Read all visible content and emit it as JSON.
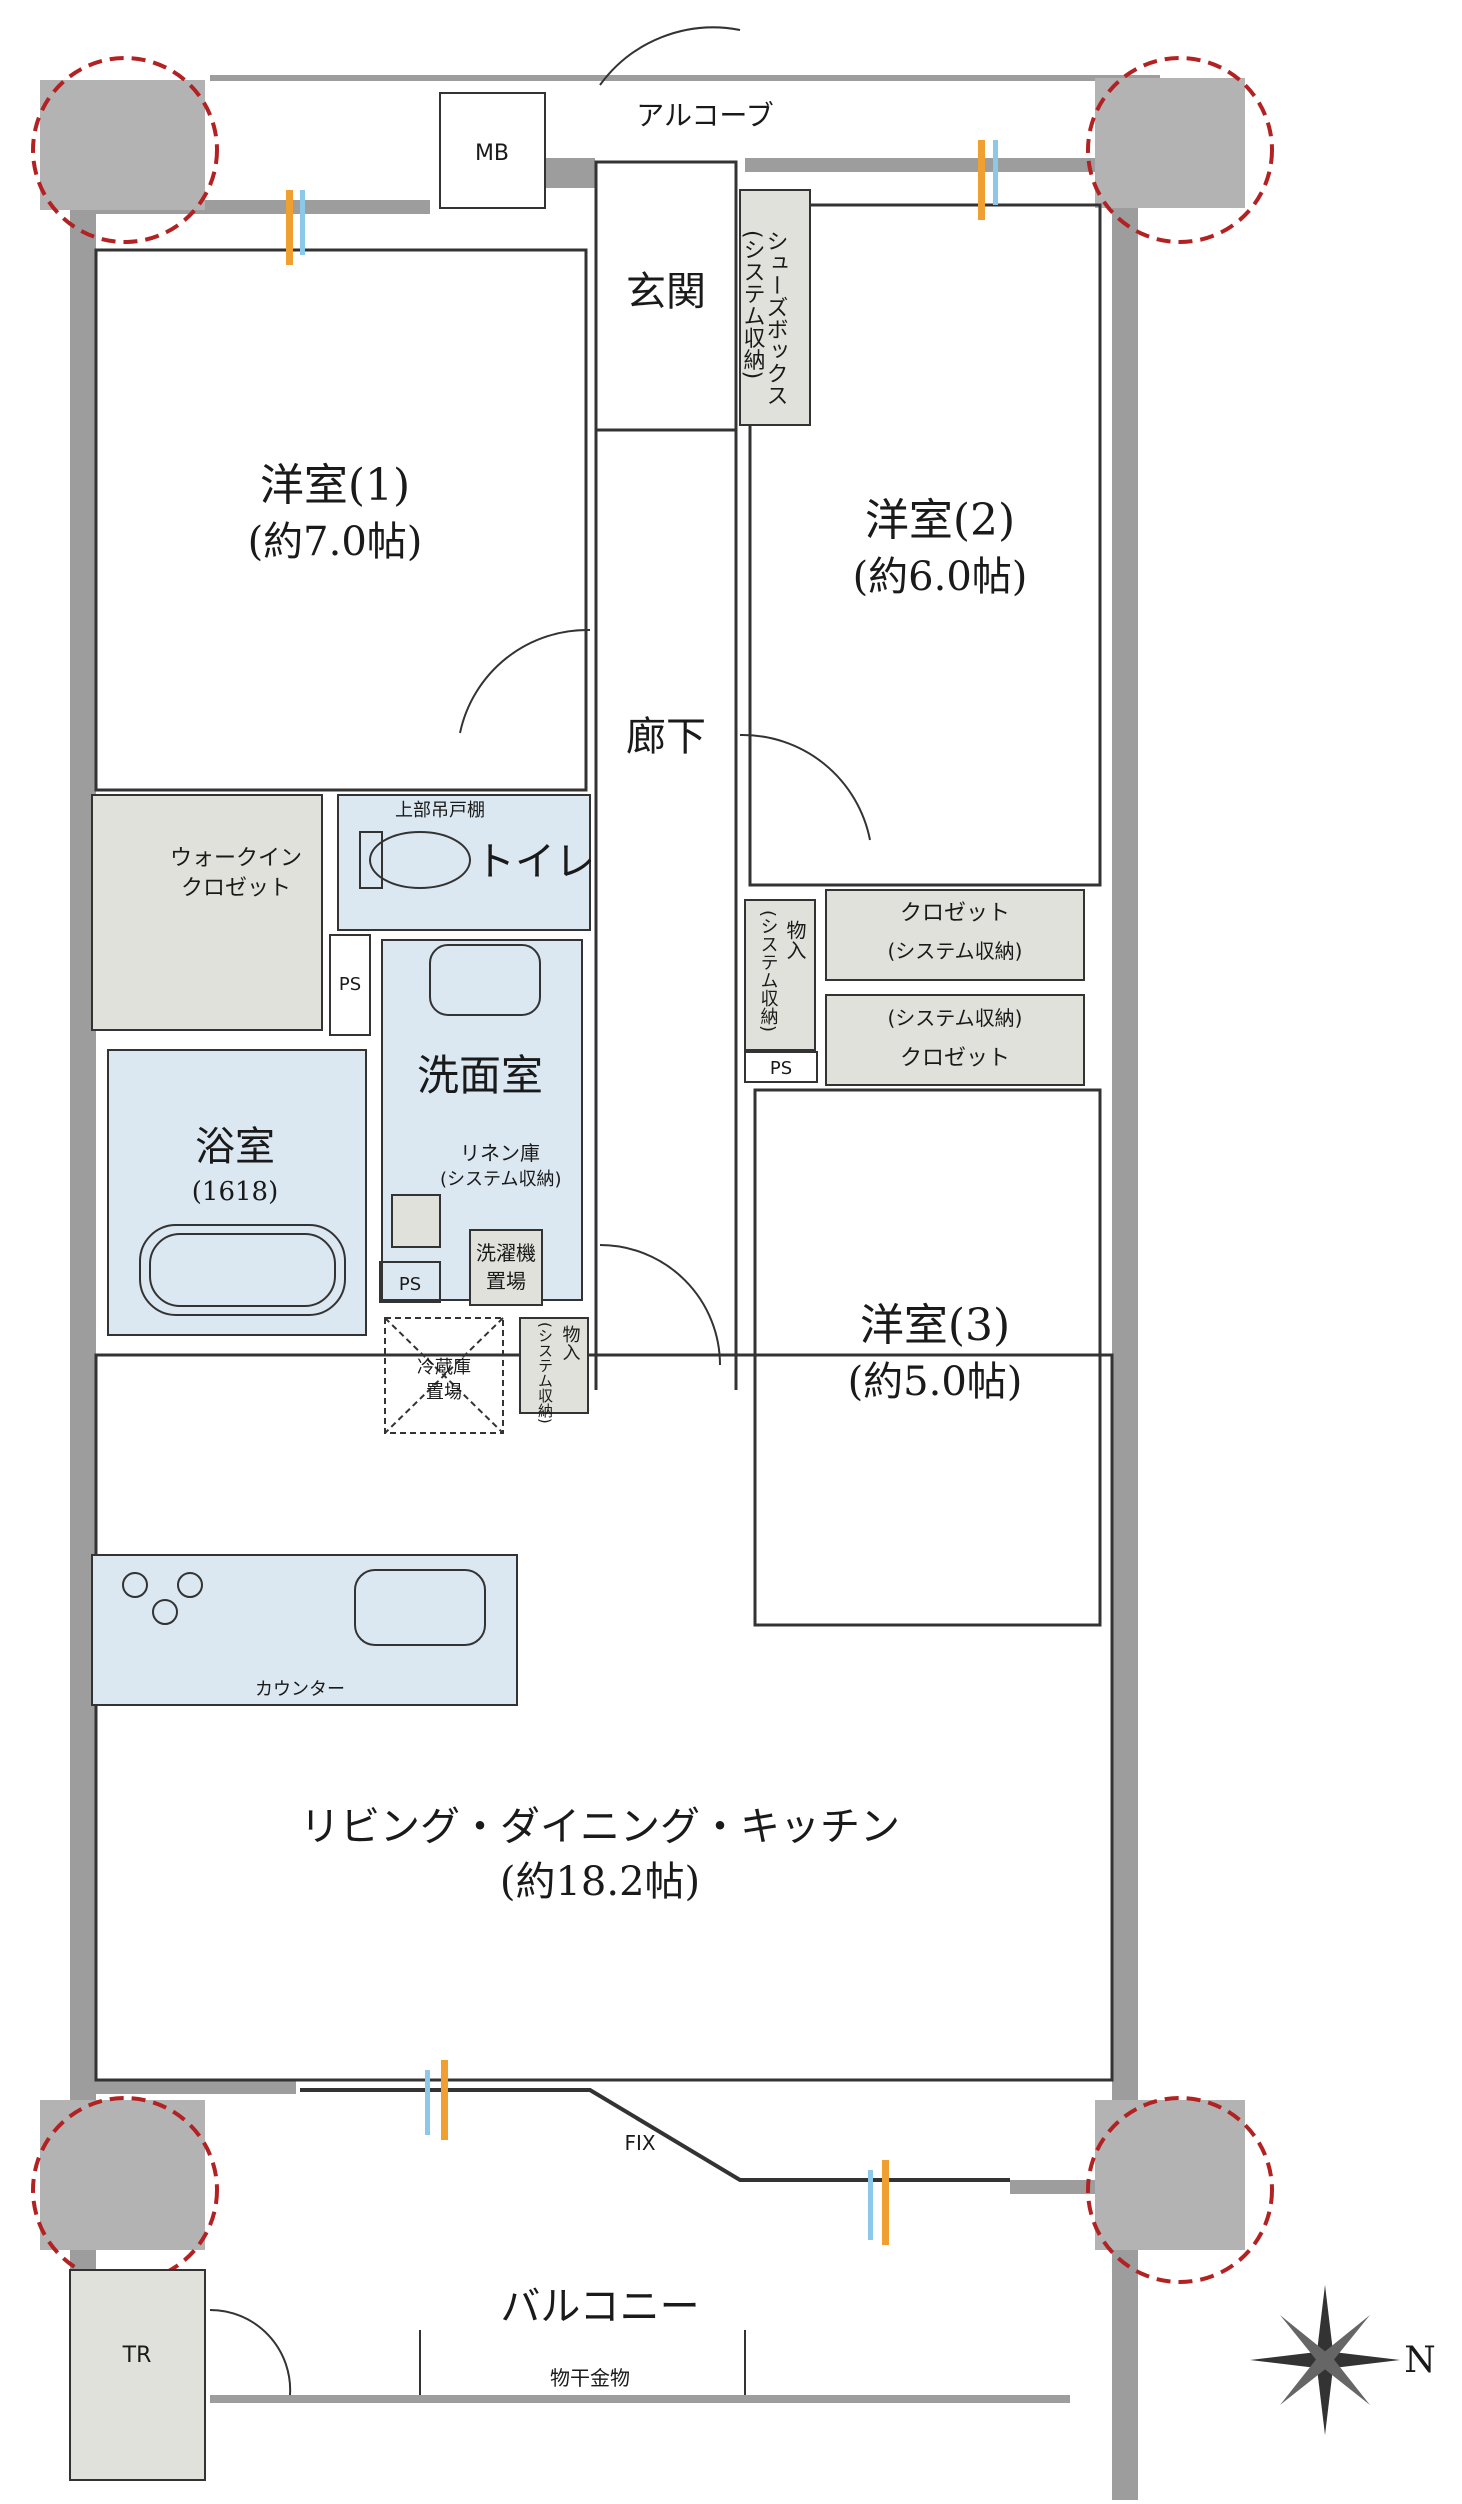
{
  "colors": {
    "wall": "#9d9d9d",
    "column": "#b3b3b3",
    "wet_area": "#dce8f1",
    "storage": "#e1e1dc",
    "column_ring": "#b22222",
    "vent_orange": "#f0a030",
    "vent_blue": "#8cc8e8",
    "line": "#333333"
  },
  "rooms": {
    "western_1": {
      "name": "洋室(1)",
      "size": "(約7.0帖)"
    },
    "western_2": {
      "name": "洋室(2)",
      "size": "(約6.0帖)"
    },
    "western_3": {
      "name": "洋室(3)",
      "size": "(約5.0帖)"
    },
    "ldk": {
      "name": "リビング・ダイニング・キッチン",
      "size": "(約18.2帖)"
    },
    "entrance": "玄関",
    "corridor": "廊下",
    "toilet": "トイレ",
    "washroom": "洗面室",
    "bath": {
      "name": "浴室",
      "size": "(1618)"
    },
    "balcony": "バルコニー",
    "alcove": "アルコーブ"
  },
  "storage": {
    "shoe_box": [
      "シューズボックス",
      "(システム収納)"
    ],
    "walk_in": [
      "ウォークイン",
      "クロゼット"
    ],
    "closet_2": {
      "title": "クロゼット",
      "sub": "(システム収納)"
    },
    "closet_3": {
      "sub": "(システム収納)",
      "title": "クロゼット"
    },
    "hall_storage": [
      "物入",
      "(システム収納)"
    ],
    "kitchen_storage": [
      "物入",
      "(システム収納)"
    ],
    "linen": [
      "リネン庫",
      "(システム収納)"
    ],
    "upper_shelf": "上部吊戸棚"
  },
  "fixtures": {
    "mb": "MB",
    "ps": "PS",
    "laundry": [
      "洗濯機",
      "置場"
    ],
    "fridge": [
      "冷蔵庫",
      "置場"
    ],
    "counter": "カウンター",
    "fix": "FIX",
    "drying_rack": "物干金物",
    "tr": "TR",
    "north": "N"
  }
}
